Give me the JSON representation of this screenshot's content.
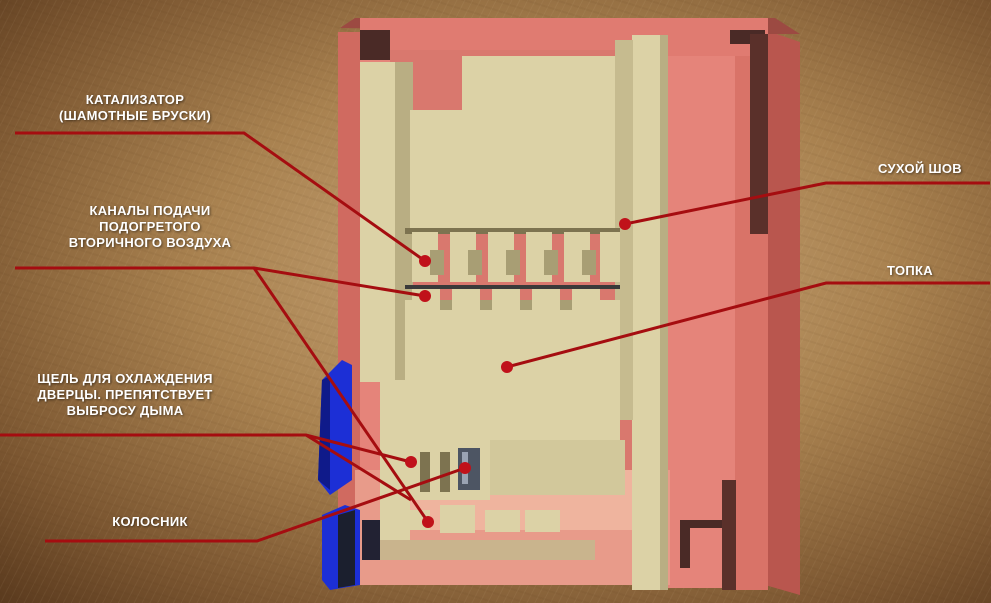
{
  "labels": {
    "catalyst": "КАТАЛИЗАТОР\n(ШАМОТНЫЕ БРУСКИ)",
    "channels": "КАНАЛЫ ПОДАЧИ\nПОДОГРЕТОГО\nВТОРИЧНОГО ВОЗДУХА",
    "gap": "ЩЕЛЬ ДЛЯ ОХЛАЖДЕНИЯ\nДВЕРЦЫ. ПРЕПЯТСТВУЕТ\nВЫБРОСУ ДЫМА",
    "grate": "КОЛОСНИК",
    "dry_seam": "СУХОЙ ШОВ",
    "firebox": "ТОПКА"
  },
  "colors": {
    "brick_front": "#e5847a",
    "brick_side": "#c9665c",
    "brick_dark": "#4a2a26",
    "chamotte": "#dcd2a6",
    "chamotte_shade": "#b9ae83",
    "pointer_line": "#a50d10",
    "pointer_dot": "#c0111a",
    "door": "#1c2fd6",
    "label_text": "#ffffff"
  }
}
